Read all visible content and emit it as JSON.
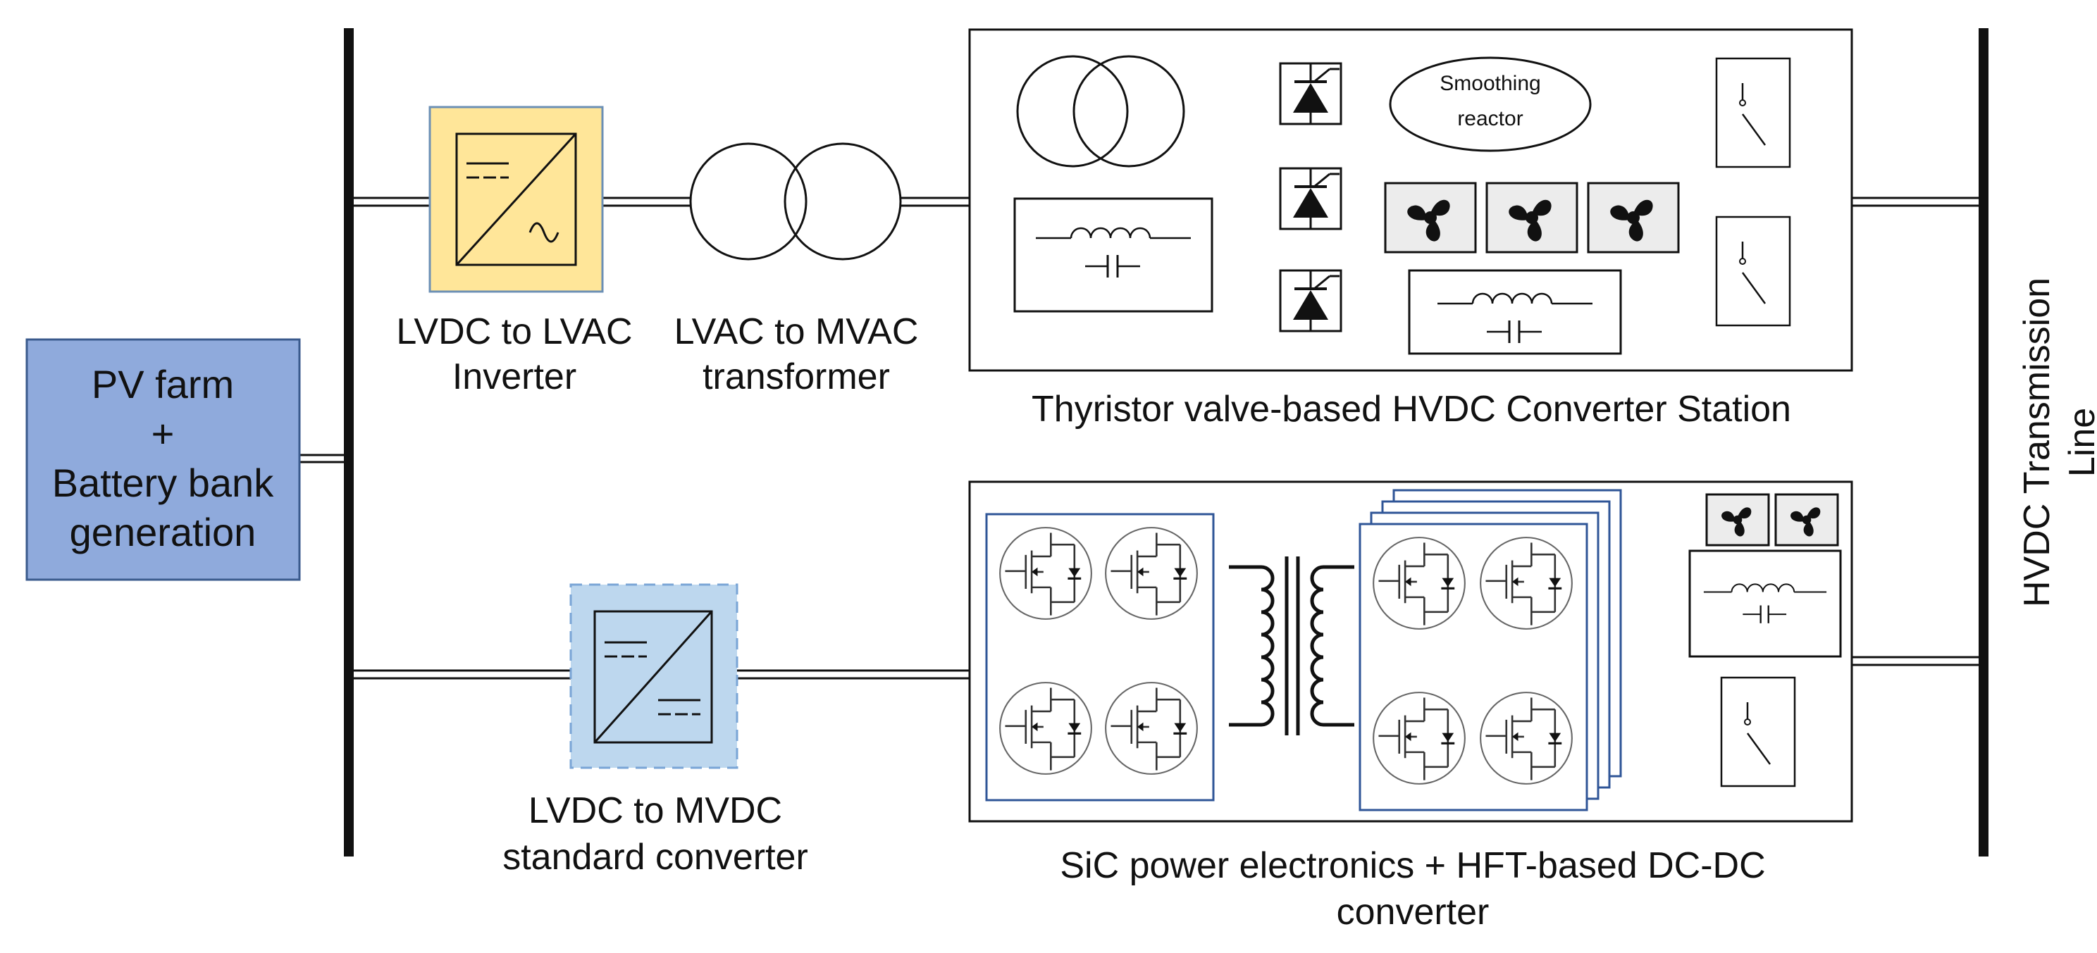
{
  "source": {
    "line1": "PV farm",
    "line2": "+",
    "line3": "Battery bank",
    "line4": "generation"
  },
  "inverter": {
    "line1": "LVDC to LVAC",
    "line2": "Inverter"
  },
  "transformer": {
    "line1": "LVAC to MVAC",
    "line2": "transformer"
  },
  "thyristor_station": {
    "caption": "Thyristor valve-based HVDC Converter Station",
    "reactor_line1": "Smoothing",
    "reactor_line2": "reactor"
  },
  "dc_converter": {
    "line1": "LVDC to MVDC",
    "line2": "standard converter"
  },
  "sic_station": {
    "caption_line1": "SiC power electronics + HFT-based DC-DC",
    "caption_line2": "converter"
  },
  "transmission_line": {
    "line1": "HVDC Transmission",
    "line2": "Line"
  },
  "colors": {
    "source_fill": "#8faadc",
    "source_border": "#3a5a8c",
    "inverter_fill": "#ffe699",
    "inverter_border": "#6b8fb5",
    "dc_converter_fill": "#bdd7ee",
    "dc_converter_border": "#7aa5d6",
    "stroke": "#000000"
  }
}
